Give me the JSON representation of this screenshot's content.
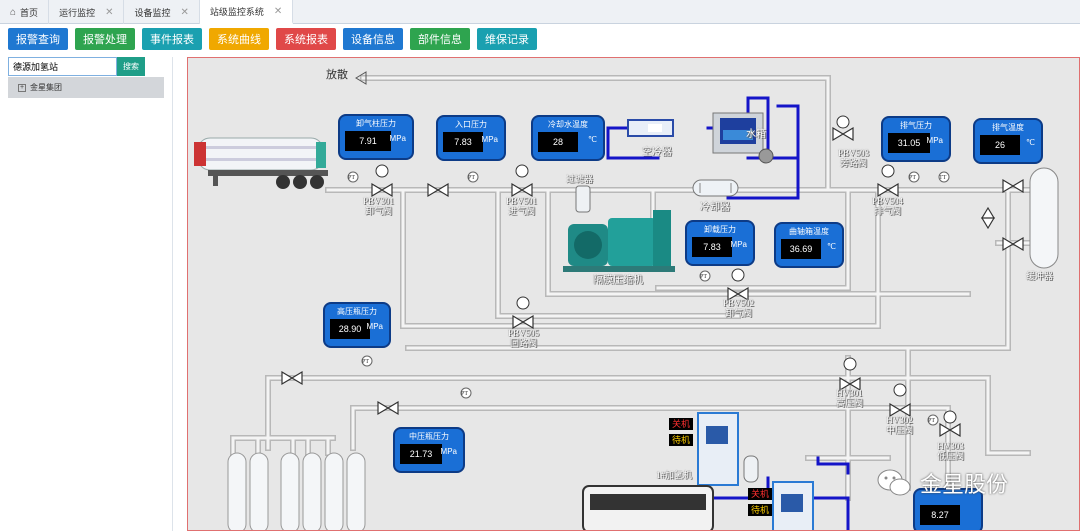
{
  "tabs": [
    {
      "label": "首页",
      "closable": false
    },
    {
      "label": "运行监控",
      "closable": true
    },
    {
      "label": "设备监控",
      "closable": true
    },
    {
      "label": "站级监控系统",
      "closable": true,
      "active": true
    }
  ],
  "toolbar": [
    {
      "label": "报警查询",
      "color": "#1f78d1"
    },
    {
      "label": "报警处理",
      "color": "#2ea44f"
    },
    {
      "label": "事件报表",
      "color": "#1aa0b0"
    },
    {
      "label": "系统曲线",
      "color": "#f0a800"
    },
    {
      "label": "系统报表",
      "color": "#e04848"
    },
    {
      "label": "设备信息",
      "color": "#1f78d1"
    },
    {
      "label": "部件信息",
      "color": "#2ea44f"
    },
    {
      "label": "维保记录",
      "color": "#1aa0b0"
    }
  ],
  "search": {
    "value": "德源加氢站",
    "button": "搜索"
  },
  "tree": {
    "expander": "+",
    "root": "金星集团"
  },
  "gauges": {
    "unload_column": {
      "title": "卸气柱压力",
      "value": "7.91",
      "unit": "MPa"
    },
    "inlet": {
      "title": "入口压力",
      "value": "7.83",
      "unit": "MPa"
    },
    "cooling_water": {
      "title": "冷却水温度",
      "value": "28",
      "unit": "℃"
    },
    "exhaust_pressure": {
      "title": "排气压力",
      "value": "31.05",
      "unit": "MPa"
    },
    "exhaust_temp": {
      "title": "排气温度",
      "value": "26",
      "unit": "℃"
    },
    "unload_pressure": {
      "title": "卸载压力",
      "value": "7.83",
      "unit": "MPa"
    },
    "crank_temp": {
      "title": "曲轴箱温度",
      "value": "36.69",
      "unit": "℃"
    },
    "high_bottle": {
      "title": "高压瓶压力",
      "value": "28.90",
      "unit": "MPa"
    },
    "mid_bottle": {
      "title": "中压瓶压力",
      "value": "21.73",
      "unit": "MPa"
    },
    "bottom_partial": {
      "value": "8.27"
    }
  },
  "labels": {
    "vent": "放散",
    "air_cooler": "空冷器",
    "water_tank": "水箱",
    "pbv503": "PBV503",
    "pbv503_name": "旁路阀",
    "pbv301": "PBV301",
    "pbv301_name": "卸气阀",
    "pbv501": "PBV501",
    "pbv501_name": "进气阀",
    "filter": "过滤器",
    "cooler": "冷却器",
    "pbv504": "PBV504",
    "pbv504_name": "排气阀",
    "buffer_tank": "缓冲器",
    "compressor": "隔膜压缩机",
    "pbv502": "PBV502",
    "pbv502_name": "卸气阀",
    "pbv505": "PBV505",
    "pbv505_name": "回路阀",
    "hv301": "HV301",
    "hv301_name": "高压阀",
    "hv302": "HV302",
    "hv302_name": "中压阀",
    "hv303": "HV303",
    "hv303_name": "低压阀",
    "dispenser1": "1#加氢机",
    "pt": "PT",
    "tt": "TT"
  },
  "dispenser_status": {
    "off": "关机",
    "standby": "待机"
  },
  "watermark": "金星股份",
  "colors": {
    "pipe": "#f4f4f4",
    "pipe_edge": "#b8b8b8",
    "water": "#1414c8",
    "gauge_bg": "#1a6fd6",
    "status_off": "#ff3030",
    "status_standby": "#ffd000"
  }
}
